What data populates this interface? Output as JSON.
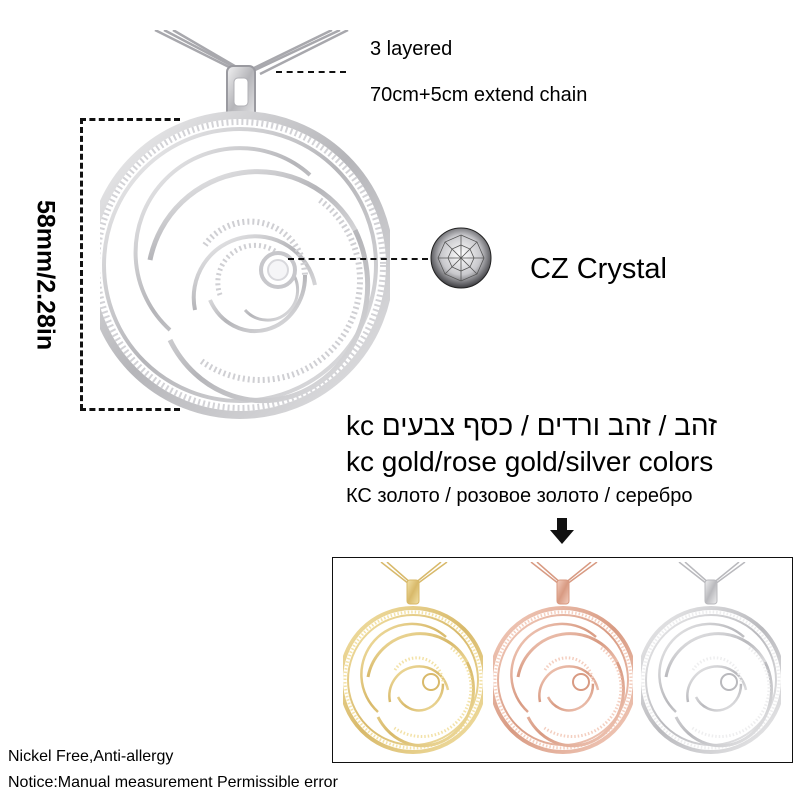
{
  "chain": {
    "layers": "3 layered",
    "length": "70cm+5cm extend chain"
  },
  "dimension": {
    "label": "58mm/2.28in"
  },
  "crystal": {
    "label": "CZ Crystal"
  },
  "colors": {
    "hebrew": "kc זהב / זהב ורדים / כסף צבעים",
    "english": "kc gold/rose gold/silver colors",
    "russian": "КС золото / розовое золото / серебро"
  },
  "variants": [
    {
      "name": "gold",
      "metal": "#d8b96a",
      "highlight": "#f3e2a8"
    },
    {
      "name": "rose-gold",
      "metal": "#d89a82",
      "highlight": "#f4cfc0"
    },
    {
      "name": "silver",
      "metal": "#b9b9bd",
      "highlight": "#eeeeef"
    }
  ],
  "main_metal": {
    "metal": "#b5b5b9",
    "highlight": "#f2f2f3"
  },
  "notes": {
    "nickel": "Nickel Free,Anti-allergy",
    "notice": "Notice:Manual measurement Permissible error"
  },
  "icons": {
    "arrow": "arrow-down-icon",
    "crystal": "crystal-icon"
  }
}
